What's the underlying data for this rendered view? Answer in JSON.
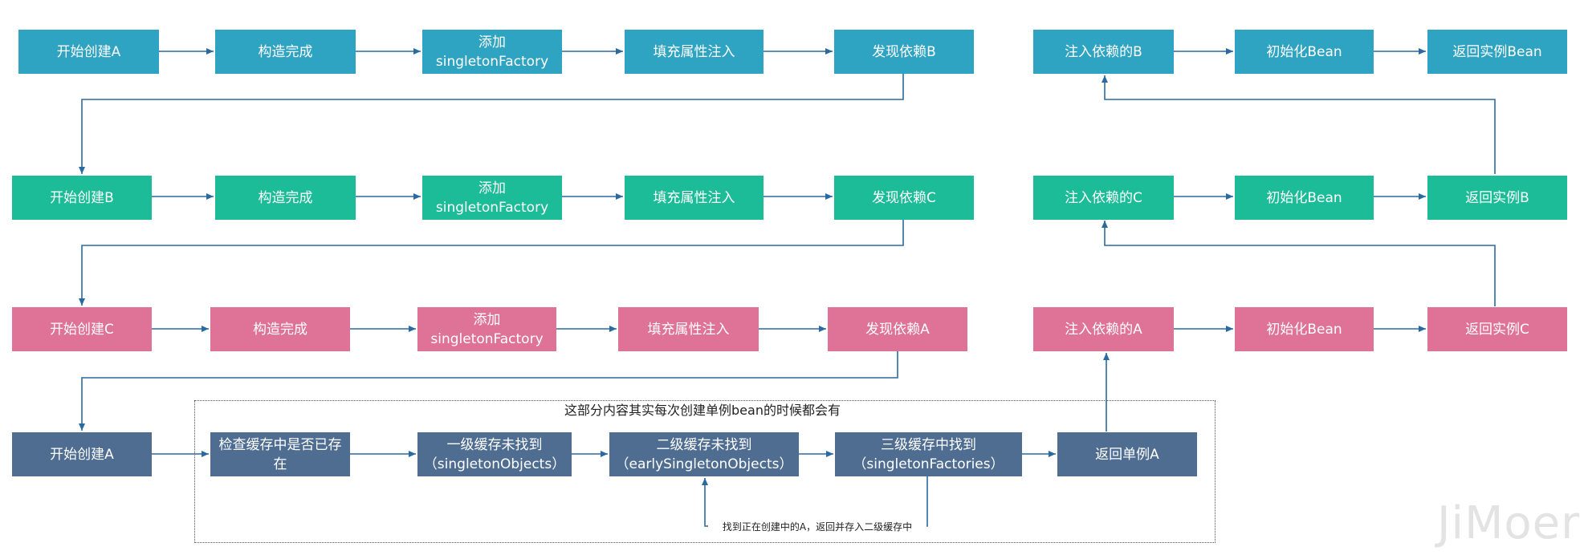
{
  "colors": {
    "blue": "#2fa3c2",
    "teal": "#1cbc98",
    "pink": "#df7297",
    "slate": "#4f6d91",
    "line": "#2a6aa0"
  },
  "rows": {
    "a": {
      "start": "开始创建A",
      "construct": "构造完成",
      "add_factory": "添加\nsingletonFactory",
      "populate": "填充属性注入",
      "found_dep": "发现依赖B",
      "inject": "注入依赖的B",
      "init": "初始化Bean",
      "return": "返回实例Bean"
    },
    "b": {
      "start": "开始创建B",
      "construct": "构造完成",
      "add_factory": "添加\nsingletonFactory",
      "populate": "填充属性注入",
      "found_dep": "发现依赖C",
      "inject": "注入依赖的C",
      "init": "初始化Bean",
      "return": "返回实例B"
    },
    "c": {
      "start": "开始创建C",
      "construct": "构造完成",
      "add_factory": "添加\nsingletonFactory",
      "populate": "填充属性注入",
      "found_dep": "发现依赖A",
      "inject": "注入依赖的A",
      "init": "初始化Bean",
      "return": "返回实例C"
    },
    "d": {
      "start": "开始创建A",
      "check_cache": "检查缓存中是否已存\n在",
      "level1": "一级缓存未找到\n（singletonObjects）",
      "level2": "二级缓存未找到\n（earlySingletonObjects）",
      "level3": "三级缓存中找到\n（singletonFactories）",
      "return_singleton": "返回单例A"
    }
  },
  "region_label": "这部分内容其实每次创建单例bean的时候都会有",
  "note": "找到正在创建中的A，返回并存入二级缓存中",
  "watermark": "JiMoer"
}
